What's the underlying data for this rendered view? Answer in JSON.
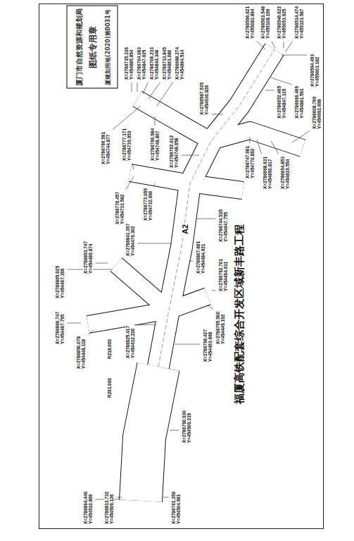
{
  "diagram": {
    "title": "福厦高铁配套综合开发区域新丰路工程",
    "labels": [
      "厦门市自然资源和规划局",
      "图纸专用章",
      "厦规划用地(2020)第0031号",
      "X=2786813.732 Y=454509.126",
      "X=2786864.446 Y=454510.899",
      "X=2786761.356 Y=454504.981",
      "X=2786790.930 Y=454509.219",
      "R261.000",
      "R218.000",
      "X=2786866.747 Y=454467.795",
      "X=2786850.078 Y=454448.118",
      "X=2786825.417 Y=454432.220",
      "X=2786865.925 Y=454467.399",
      "X=2786893.747 Y=454489.874",
      "X=2786841.397 Y=454476.302",
      "X=2786807.681 Y=454484.921",
      "X=2786792.701 Y=454494.611",
      "X=2786795.500 Y=454449.192",
      "X=2786796.427 Y=454463.668",
      "X=2786744.535 Y=454647.755",
      "A2",
      "X=2786773.099 Y=454732.690",
      "X=2786776.457 Y=454733.582",
      "X=2786766.591 Y=454744.877",
      "X=2786777.171 Y=454739.953",
      "X=2786766.984 Y=454748.867",
      "X=2786762.612 Y=454748.658",
      "X=2786747.981 Y=454770.892",
      "X=2786715.336 Y=454885.854",
      "X=2786704.083 Y=454847.625",
      "X=2786706.233 Y=454844.348",
      "X=2786713.845 Y=454861.080",
      "X=2786688.274 Y=454864.514",
      "X=2786587.535 Y=454930.826",
      "X=2786668.631 Y=454850.817",
      "X=2786654.853 Y=454819.554",
      "X=2786652.465 Y=454847.115",
      "X=2786666.469 Y=454881.591",
      "X=2786608.769 Y=454992.698",
      "X=2786594.493 Y=455003.182",
      "X=2786566.621 Y=455083.894",
      "X=2786563.548 Y=455108.199",
      "X=2786546.622 Y=455053.925",
      "X=2786514.474 Y=455323.587"
    ]
  }
}
